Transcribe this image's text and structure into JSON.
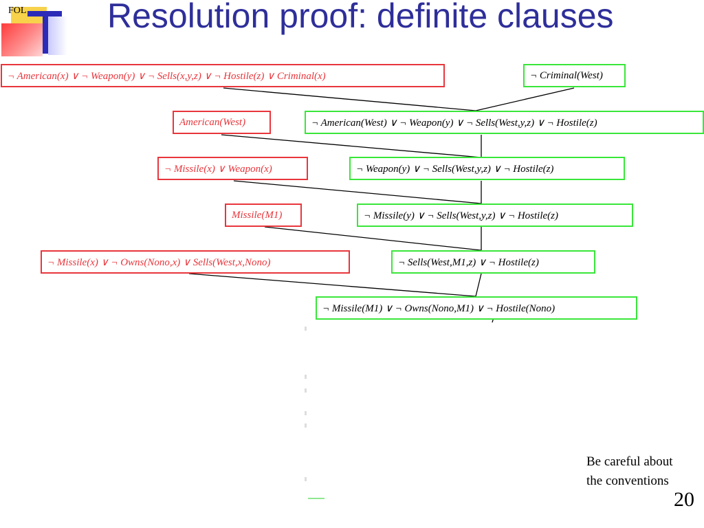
{
  "header": {
    "logo_text": "FOL",
    "title": "Resolution proof: definite clauses"
  },
  "clauses": {
    "rule": "¬ American(x)  ∨ ¬ Weapon(y)  ∨ ¬ Sells(x,y,z)  ∨ ¬ Hostile(z)  ∨ Criminal(x)",
    "goal": "¬ Criminal(West)",
    "r1": "¬ American(West)  ∨ ¬ Weapon(y)  ∨ ¬ Sells(West,y,z)  ∨ ¬ Hostile(z)",
    "fact_american": "American(West)",
    "r2": "¬ Weapon(y)  ∨ ¬ Sells(West,y,z)  ∨ ¬ Hostile(z)",
    "rule_missile_weapon": "¬ Missile(x)  ∨ Weapon(x)",
    "r3": "¬ Missile(y)  ∨ ¬ Sells(West,y,z)  ∨ ¬ Hostile(z)",
    "fact_missile": "Missile(M1)",
    "r4": "¬ Sells(West,M1,z)  ∨ ¬ Hostile(z)",
    "rule_sells": "¬ Missile(x)  ∨ ¬ Owns(Nono,x)  ∨ Sells(West,x,Nono)",
    "r5": "¬ Missile(M1)  ∨ ¬ Owns(Nono,M1)  ∨ ¬ Hostile(Nono)"
  },
  "colors": {
    "title": "#2e2e9a",
    "premise_border": "#e8353b",
    "resolvent_border": "#39e639"
  },
  "footer": {
    "note_line1": "Be careful about",
    "note_line2": "the conventions",
    "slide_number": "20"
  }
}
